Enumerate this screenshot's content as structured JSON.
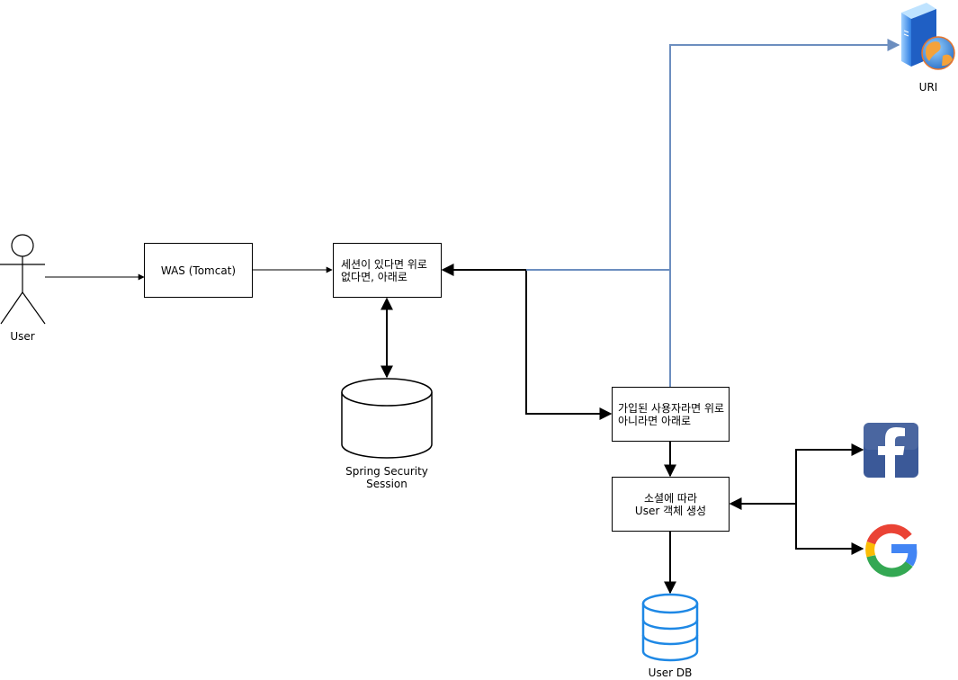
{
  "actor": {
    "label": "User"
  },
  "nodes": {
    "was": {
      "label": "WAS (Tomcat)"
    },
    "session_check": {
      "line1": "세션이 있다면 위로",
      "line2": "없다면, 아래로"
    },
    "session_store": {
      "line1": "Spring Security",
      "line2": "Session"
    },
    "member_check": {
      "line1": "가입된 사용자라면 위로",
      "line2": "아니라면 아래로"
    },
    "create_user": {
      "line1": "소셜에 따라",
      "line2": "User 객체 생성"
    },
    "user_db": {
      "label": "User DB"
    },
    "uri": {
      "label": "URI"
    }
  },
  "providers": [
    "facebook-icon",
    "google-icon"
  ],
  "colors": {
    "line": "#000000",
    "uri_edge": "#6c8ebf",
    "db_icon": "#1e88e5",
    "facebook_bg": "#3b5998",
    "server_blue": "#3d8bfd"
  }
}
